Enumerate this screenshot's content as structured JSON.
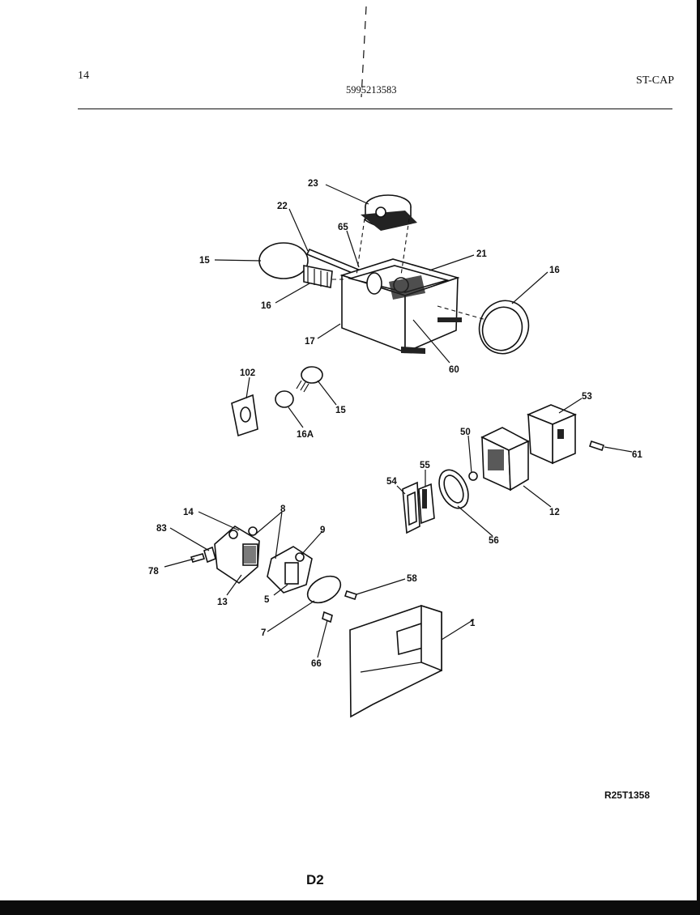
{
  "header": {
    "page_number": "14",
    "part_number": "5995213583",
    "model_code": "ST-CAP"
  },
  "callouts": {
    "c23": "23",
    "c22": "22",
    "c65": "65",
    "c15a": "15",
    "c21": "21",
    "c16a": "16",
    "c16b": "16",
    "c17": "17",
    "c60": "60",
    "c102": "102",
    "c15b": "15",
    "c16A": "16A",
    "c53": "53",
    "c50": "50",
    "c61": "61",
    "c55": "55",
    "c54": "54",
    "c12": "12",
    "c56": "56",
    "c14": "14",
    "c8": "8",
    "c83": "83",
    "c9": "9",
    "c78": "78",
    "c13": "13",
    "c5": "5",
    "c58": "58",
    "c7": "7",
    "c1": "1",
    "c66": "66"
  },
  "footer": {
    "figure_code": "R25T1358",
    "page_label": "D2"
  }
}
